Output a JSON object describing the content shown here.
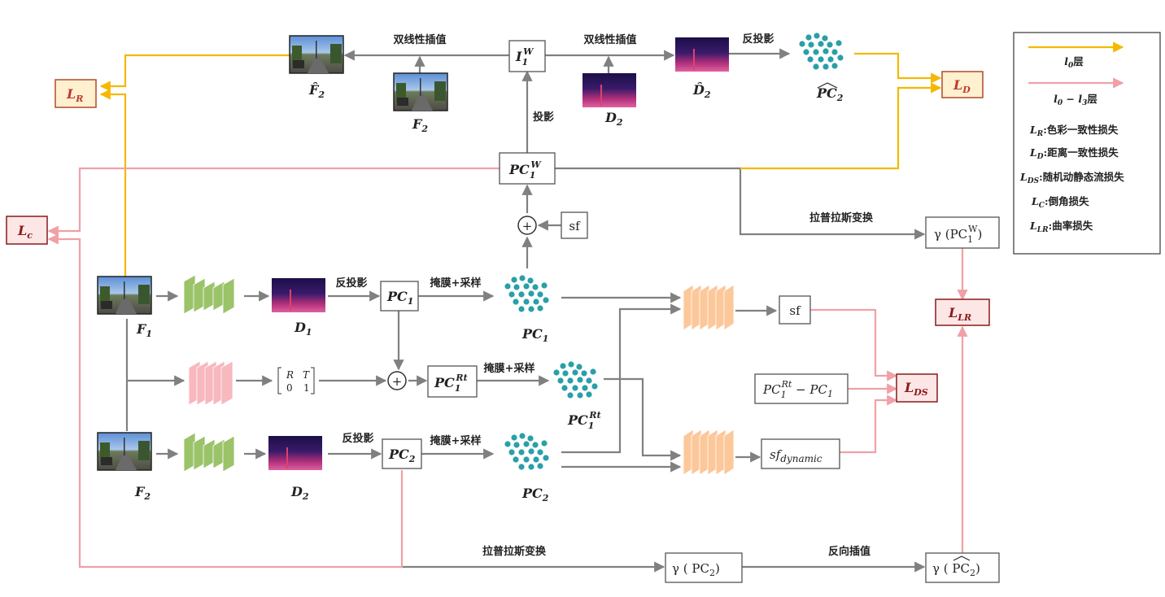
{
  "labels": {
    "bilinear": "双线性插值",
    "backproject": "反投影",
    "project": "投影",
    "mask_sample": "掩膜+采样",
    "laplace": "拉普拉斯变换",
    "reverse_interp": "反向插值"
  },
  "symbols": {
    "i1w": "I",
    "i1w_sub": "1",
    "i1w_sup": "W",
    "f2hat": "F̂",
    "f2hat_sub": "2",
    "f2": "F",
    "f2_sub": "2",
    "d2": "D",
    "d2_sub": "2",
    "d2hat": "D̂",
    "d2hat_sub": "2",
    "pc2hat": "PC",
    "pc2hat_sub": "2",
    "pc1w": "PC",
    "pc1w_sub": "1",
    "pc1w_sup": "W",
    "sf": "sf",
    "gamma_pc1w": "γ (PC",
    "gamma_pc1w_sub": "1",
    "gamma_pc1w_sup": "W",
    "gamma_close": ")",
    "f1": "F",
    "f1_sub": "1",
    "d1": "D",
    "d1_sub": "1",
    "pc1": "PC",
    "pc1_sub": "1",
    "pc1rt": "PC",
    "pc1rt_sub": "1",
    "pc1rt_sup": "Rt",
    "pc2": "PC",
    "pc2_sub": "2",
    "diff": "PC",
    "diff_sub": "1",
    "diff_sup": "Rt",
    "diff_rest": " − PC",
    "diff_sub2": "1",
    "sfdyn": "sf",
    "sfdyn_sub": "dynamic",
    "gamma_pc2": "γ ( PC",
    "gamma_pc2_sub": "2",
    "gamma_pc2hat": "γ ( PC",
    "gamma_pc2hat_sub": "2",
    "matrix": [
      "R",
      "T",
      "0",
      "1"
    ],
    "plus": "+"
  },
  "losses": {
    "lr": "L",
    "lr_sub": "R",
    "ld": "L",
    "ld_sub": "D",
    "lc": "L",
    "lc_sub": "c",
    "llr": "L",
    "llr_sub": "LR",
    "lds": "L",
    "lds_sub": "DS"
  },
  "legend": {
    "yellow_label": "l",
    "yellow_sub": "0",
    "yellow_suffix": "层",
    "pink_label": "l",
    "pink_sub": "0",
    "pink_mid": " − l",
    "pink_sub2": "3",
    "pink_suffix": "层",
    "items": [
      {
        "sym": "L",
        "sub": "R",
        "text": ":色彩一致性损失"
      },
      {
        "sym": "L",
        "sub": "D",
        "text": ":距离一致性损失"
      },
      {
        "sym": "L",
        "sub": "DS",
        "text": ":随机动静态流损失"
      },
      {
        "sym": "L",
        "sub": "C",
        "text": ":倒角损失"
      },
      {
        "sym": "L",
        "sub": "LR",
        "text": ":曲率损失"
      }
    ]
  },
  "colors": {
    "gray_flow": "#808080",
    "yellow_l0": "#f5b800",
    "pink_l0_l3": "#f0a0a6",
    "loss_orange_fill": "#fff0d0",
    "loss_red_fill": "#fde6e6",
    "point_teal": "#2a9fa8"
  }
}
